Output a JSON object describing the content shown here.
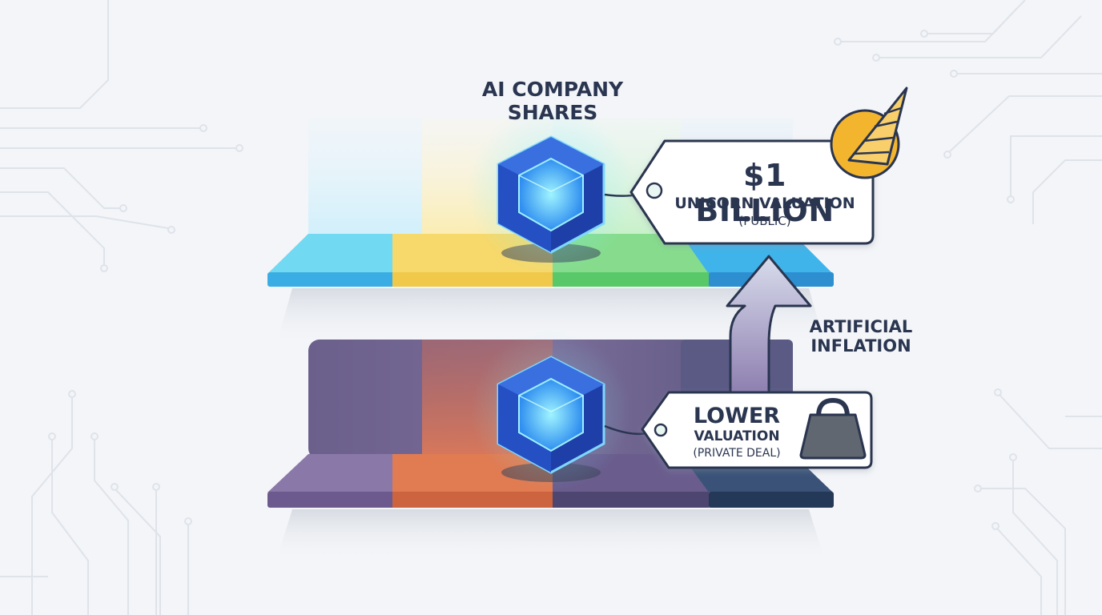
{
  "title": "AI COMPANY\nSHARES",
  "public_tag": {
    "amount": "$1 BILLION",
    "description": "UNICORN VALUATION",
    "note": "(PUBLIC)"
  },
  "private_tag": {
    "title": "LOWER",
    "description": "VALUATION",
    "note": "(PRIVATE DEAL)"
  },
  "arrow_label": "ARTIFICIAL\nINFLATION",
  "colors": {
    "top_shelf": [
      "#5dcdf0",
      "#f8d868",
      "#86dd8a",
      "#45b6e8"
    ],
    "bottom_shelf": [
      "#7d6aa0",
      "#e27a50",
      "#5d5482",
      "#2f4468"
    ],
    "cube": "#2a56c8",
    "text": "#2a3550",
    "horn": "#f0b030"
  },
  "icons": [
    "cube-icon",
    "unicorn-horn-icon",
    "weight-icon",
    "arrow-up-icon",
    "price-tag-icon"
  ]
}
